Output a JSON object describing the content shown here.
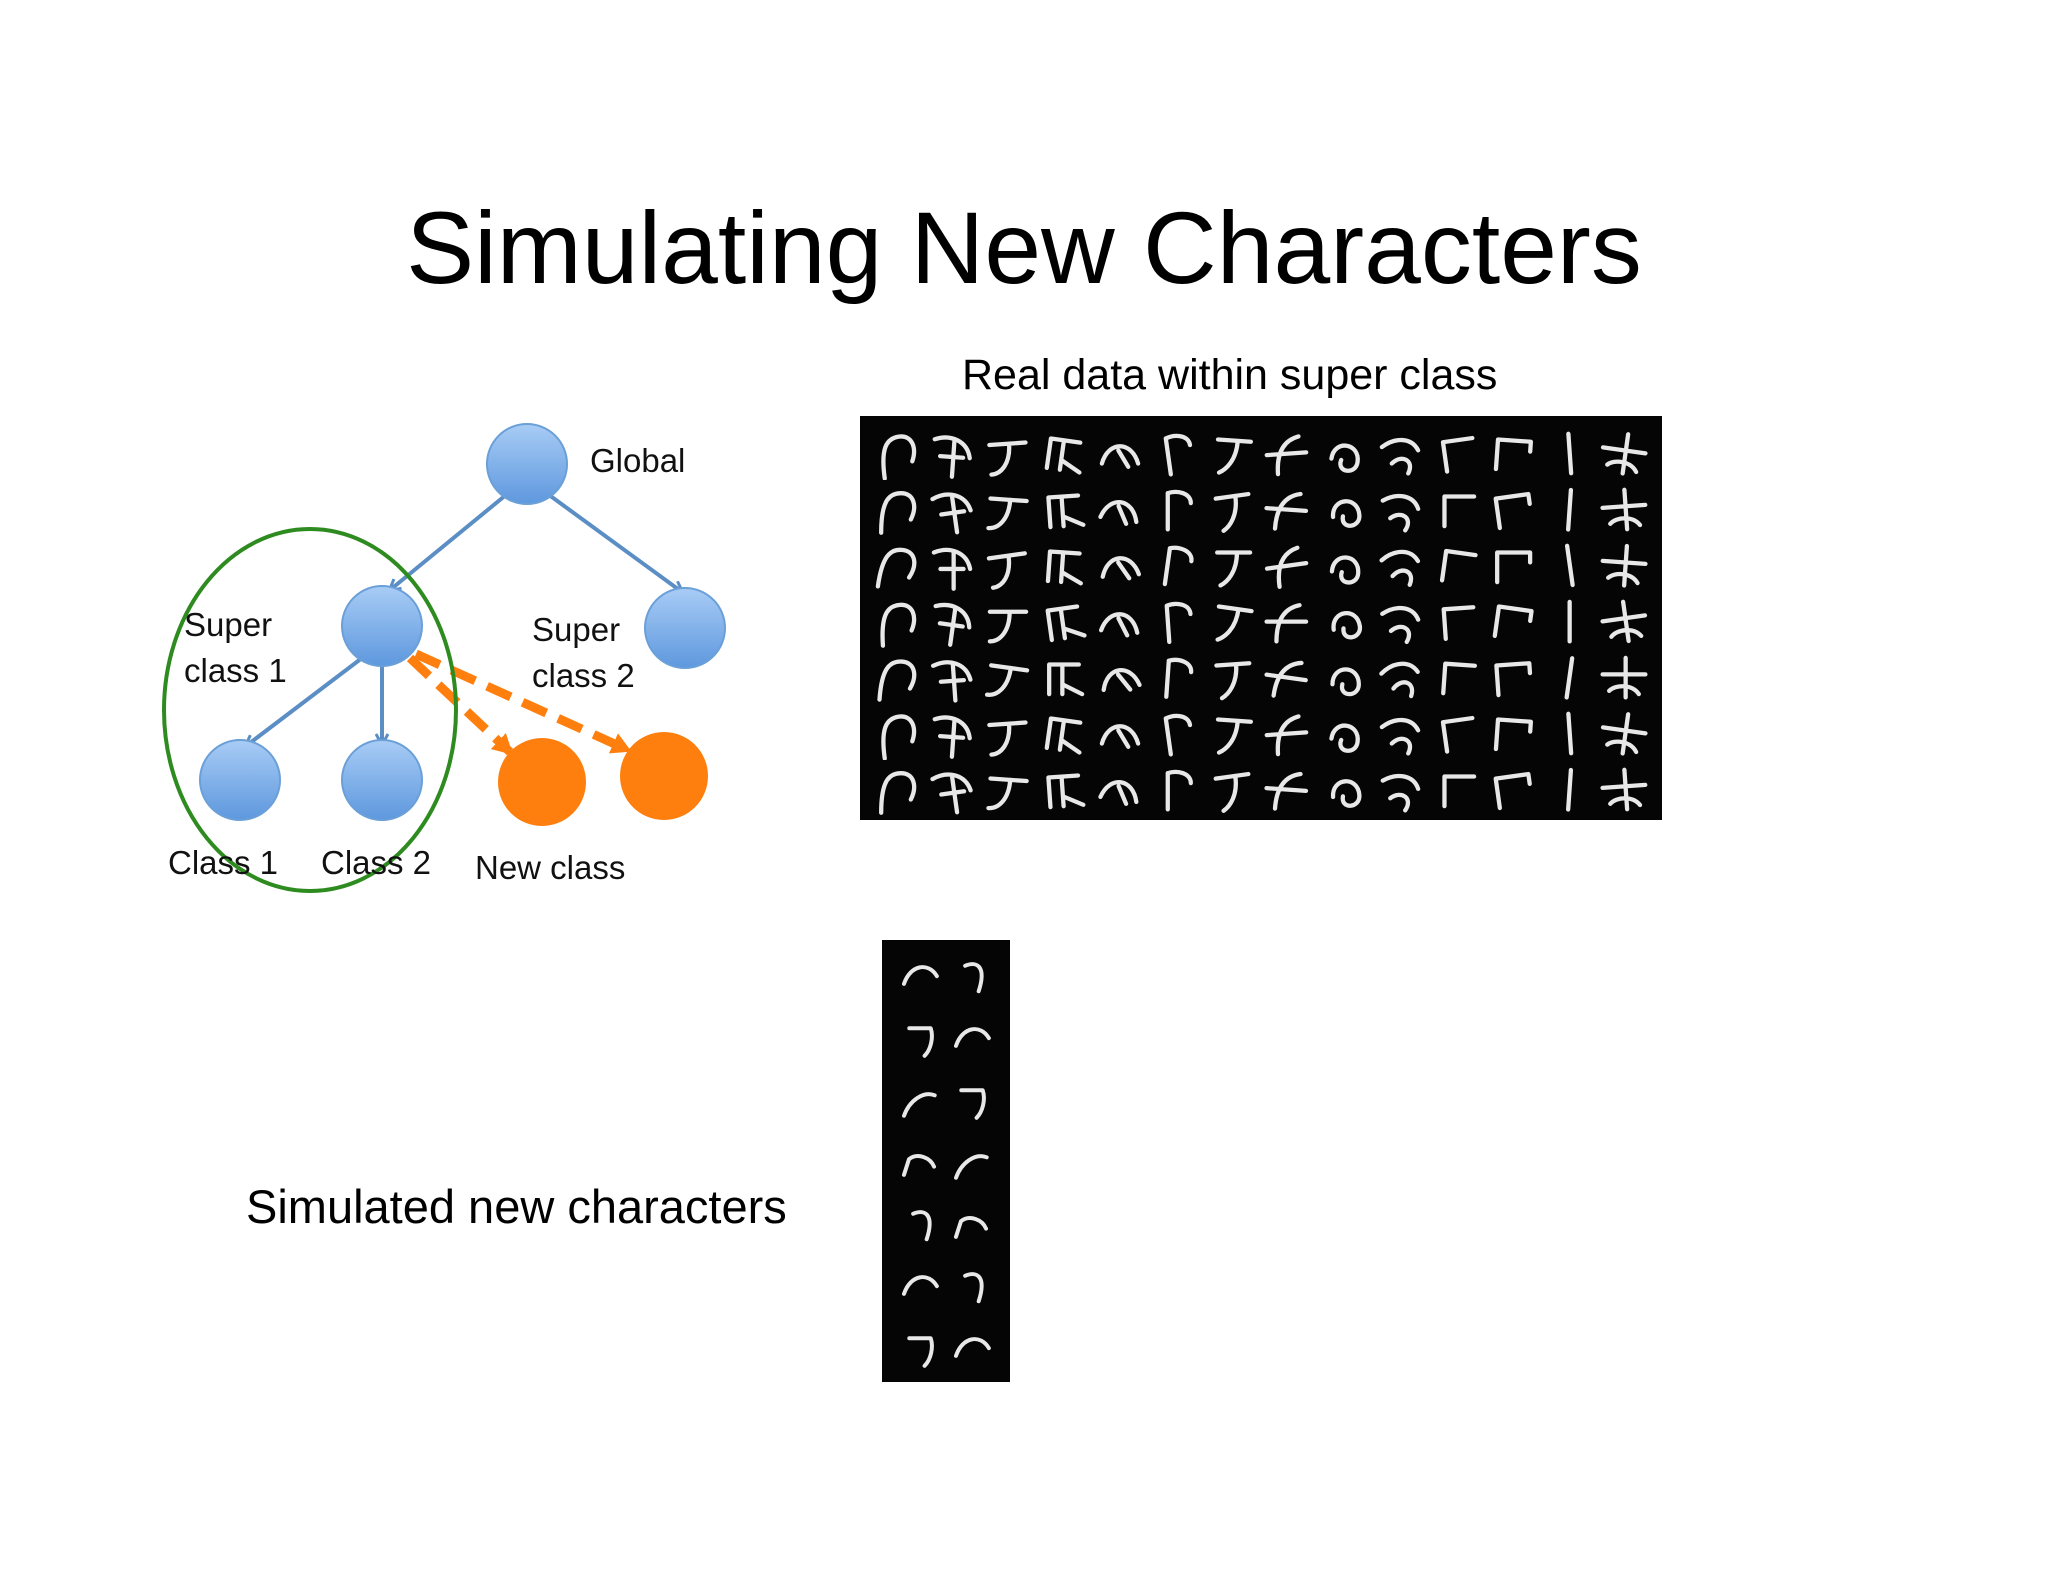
{
  "slide": {
    "title": "Simulating New Characters",
    "real_data_label": "Real data within super class",
    "simulated_label": "Simulated new characters"
  },
  "tree": {
    "nodes": {
      "global": "Global",
      "super1": "Super\nclass 1",
      "super2": "Super\nclass 2",
      "class1": "Class 1",
      "class2": "Class 2",
      "new_class": "New class"
    }
  },
  "colors": {
    "node_blue": "#7aaee8",
    "node_orange": "#ff7f0e",
    "edge_blue": "#5b8ec4",
    "ellipse_green": "#2e8b1f",
    "grid_bg": "#050505",
    "glyph": "#e8e8e8"
  },
  "real_grid": {
    "rows": 7,
    "cols": 14
  },
  "sim_grid": {
    "rows": 7,
    "cols": 2
  }
}
